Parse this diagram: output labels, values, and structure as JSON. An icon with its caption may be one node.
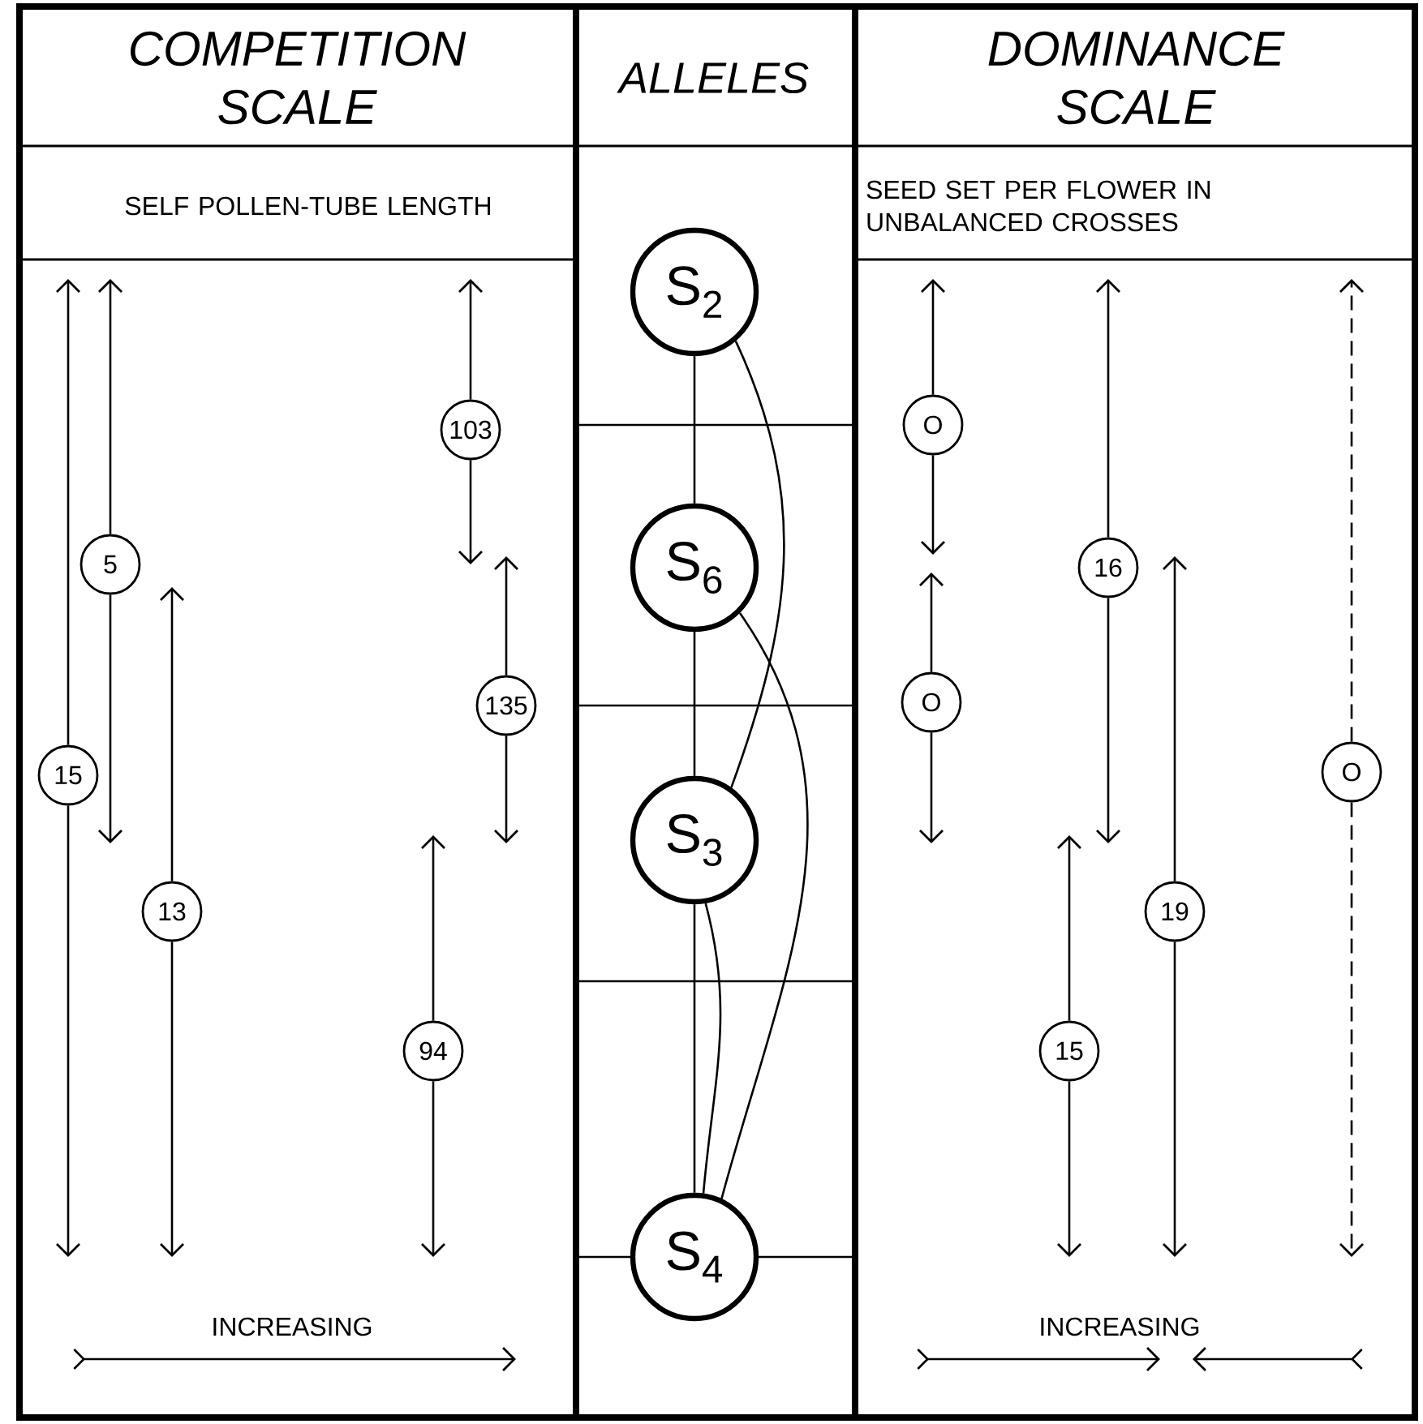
{
  "diagram": {
    "nodes": [
      {
        "text": [
          "15"
        ]
      },
      {
        "text": [
          "5"
        ]
      },
      {
        "text": [
          "13"
        ]
      },
      {
        "text": [
          "103"
        ]
      },
      {
        "text": [
          "135"
        ]
      },
      {
        "text": [
          "94"
        ]
      },
      {
        "text": [
          "S$_{2}$"
        ]
      },
      {
        "text": [
          "S$_{6}$"
        ]
      },
      {
        "text": [
          "S$_{3}$"
        ]
      },
      {
        "text": [
          "S$_{4}$"
        ]
      },
      {
        "text": [
          "O"
        ]
      },
      {
        "text": [
          "O"
        ]
      },
      {
        "text": [
          "16"
        ]
      },
      {
        "text": [
          "19"
        ]
      },
      {
        "text": [
          "15"
        ]
      },
      {
        "text": [
          "O"
        ]
      }
    ],
    "edges": [
      {
        "from": 6,
        "to": 7,
        "arrow": "none"
      },
      {
        "from": 7,
        "to": 8,
        "arrow": "none"
      },
      {
        "from": 8,
        "to": 9,
        "arrow": "none"
      },
      {
        "from": 6,
        "to": 8,
        "arrow": "none"
      },
      {
        "from": 7,
        "to": 9,
        "arrow": "none"
      },
      {
        "from": 8,
        "to": 9,
        "arrow": "none"
      },
      {
        "from": 0,
        "to": null,
        "arrow": "to"
      },
      {
        "from": 0,
        "to": null,
        "arrow": "to"
      },
      {
        "from": 1,
        "to": null,
        "arrow": "to"
      },
      {
        "from": 1,
        "to": null,
        "arrow": "to"
      },
      {
        "from": 2,
        "to": null,
        "arrow": "to"
      },
      {
        "from": 2,
        "to": null,
        "arrow": "to"
      },
      {
        "from": 3,
        "to": null,
        "arrow": "to"
      },
      {
        "from": 3,
        "to": null,
        "arrow": "to"
      },
      {
        "from": 4,
        "to": null,
        "arrow": "to"
      },
      {
        "from": 4,
        "to": null,
        "arrow": "to"
      },
      {
        "from": 5,
        "to": null,
        "arrow": "to"
      },
      {
        "from": 5,
        "to": null,
        "arrow": "to"
      },
      {
        "from": 10,
        "to": null,
        "arrow": "to"
      },
      {
        "from": 10,
        "to": null,
        "arrow": "to"
      },
      {
        "from": 11,
        "to": null,
        "arrow": "to"
      },
      {
        "from": 11,
        "to": null,
        "arrow": "to"
      },
      {
        "from": 12,
        "to": null,
        "arrow": "to"
      },
      {
        "from": 12,
        "to": null,
        "arrow": "to"
      },
      {
        "from": 13,
        "to": null,
        "arrow": "to"
      },
      {
        "from": 13,
        "to": null,
        "arrow": "to"
      },
      {
        "from": 14,
        "to": null,
        "arrow": "to"
      },
      {
        "from": 14,
        "to": null,
        "arrow": "to"
      },
      {
        "from": 15,
        "to": null,
        "arrow": "to",
        "style": "dashed"
      },
      {
        "from": 15,
        "to": null,
        "arrow": "to",
        "style": "dashed"
      }
    ],
    "labels": [
      "COMPETITION SCALE",
      "ALLELES",
      "DOMINANCE SCALE",
      "SELF POLLEN-TUBE LENGTH",
      "SEED SET PER FLOWER IN UNBALANCED CROSSES",
      "INCREASING",
      "INCREASING"
    ]
  }
}
